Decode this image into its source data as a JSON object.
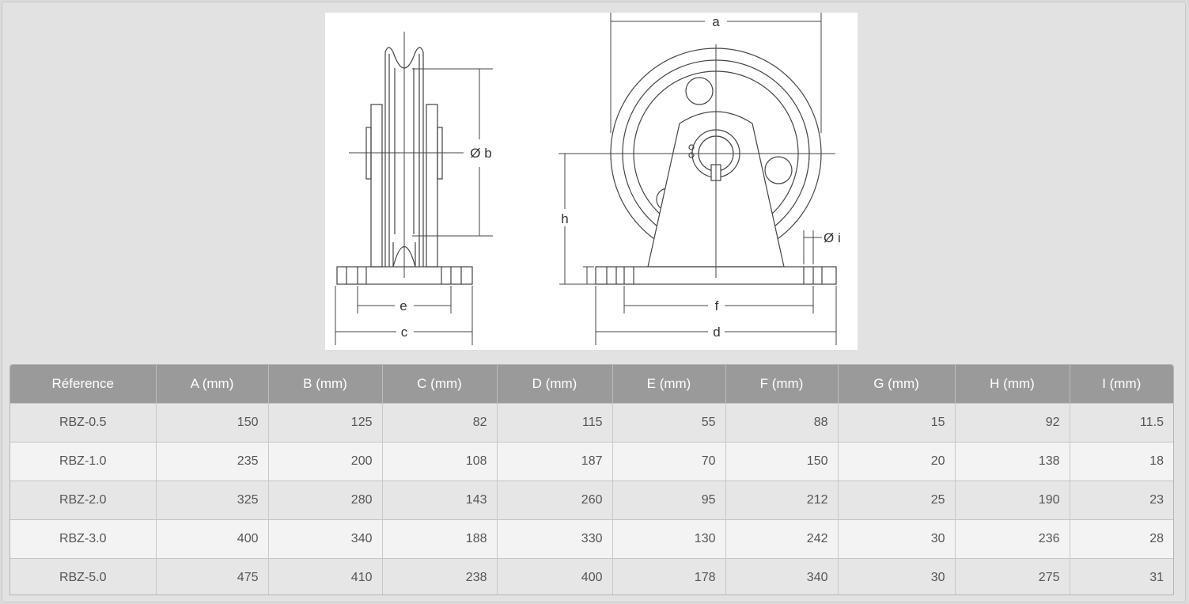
{
  "drawing": {
    "labels": {
      "a": "a",
      "b": "Ø b",
      "c": "c",
      "d": "d",
      "e": "e",
      "f": "f",
      "h": "h",
      "i": "Ø i"
    }
  },
  "table": {
    "headers": [
      "Réference",
      "A (mm)",
      "B (mm)",
      "C (mm)",
      "D (mm)",
      "E (mm)",
      "F (mm)",
      "G (mm)",
      "H (mm)",
      "I (mm)"
    ],
    "rows": [
      [
        "RBZ-0.5",
        "150",
        "125",
        "82",
        "115",
        "55",
        "88",
        "15",
        "92",
        "11.5"
      ],
      [
        "RBZ-1.0",
        "235",
        "200",
        "108",
        "187",
        "70",
        "150",
        "20",
        "138",
        "18"
      ],
      [
        "RBZ-2.0",
        "325",
        "280",
        "143",
        "260",
        "95",
        "212",
        "25",
        "190",
        "23"
      ],
      [
        "RBZ-3.0",
        "400",
        "340",
        "188",
        "330",
        "130",
        "242",
        "30",
        "236",
        "28"
      ],
      [
        "RBZ-5.0",
        "475",
        "410",
        "238",
        "400",
        "178",
        "340",
        "30",
        "275",
        "31"
      ]
    ]
  }
}
